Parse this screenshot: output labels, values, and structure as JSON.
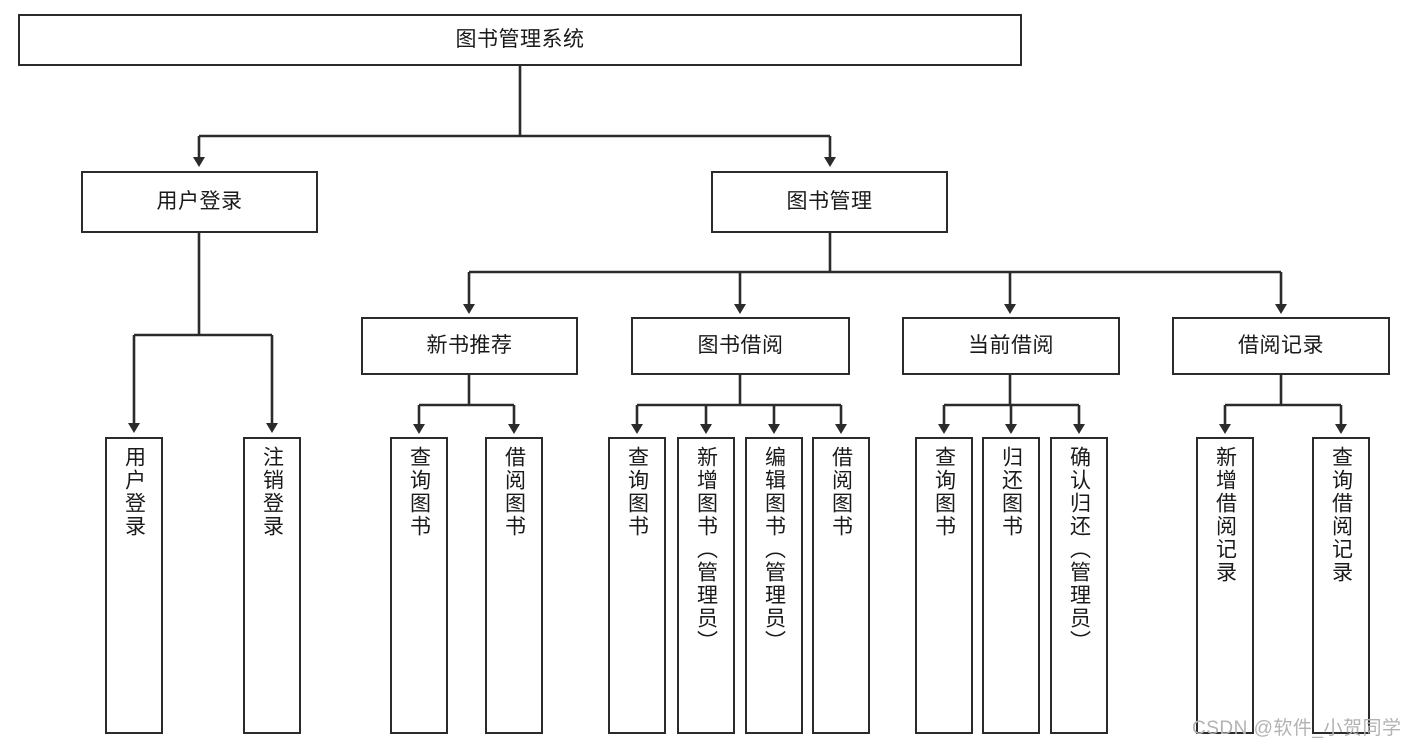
{
  "diagram": {
    "type": "tree-hierarchy",
    "title": "图书管理系统",
    "stroke_color": "#2b2b2b",
    "background_color": "#ffffff",
    "watermark": "CSDN @软件_小贺同学",
    "levels": [
      {
        "level": 1,
        "labels": [
          "图书管理系统"
        ]
      },
      {
        "level": 2,
        "labels": [
          "用户登录",
          "图书管理"
        ]
      },
      {
        "level": 3,
        "labels": [
          "新书推荐",
          "图书借阅",
          "当前借阅",
          "借阅记录"
        ]
      },
      {
        "level": 4,
        "labels": [
          "用户登录",
          "注销登录",
          "查询图书",
          "借阅图书",
          "查询图书",
          "新增图书（管理员）",
          "编辑图书（管理员）",
          "借阅图书",
          "查询图书",
          "归还图书",
          "确认归还（管理员）",
          "新增借阅记录",
          "查询借阅记录"
        ]
      }
    ],
    "nodes": {
      "root": {
        "label": "图书管理系统"
      },
      "user_login": {
        "label": "用户登录"
      },
      "book_manage": {
        "label": "图书管理"
      },
      "new_book_rec": {
        "label": "新书推荐"
      },
      "book_borrow": {
        "label": "图书借阅"
      },
      "current_borrow": {
        "label": "当前借阅"
      },
      "borrow_record": {
        "label": "借阅记录"
      },
      "leaf_user_login": {
        "label": "用户登录"
      },
      "leaf_logout": {
        "label": "注销登录"
      },
      "leaf_query_book_1": {
        "label": "查询图书"
      },
      "leaf_borrow_book_1": {
        "label": "借阅图书"
      },
      "leaf_query_book_2": {
        "label": "查询图书"
      },
      "leaf_add_book_admin": {
        "label": "新增图书（管理员）"
      },
      "leaf_edit_book_admin": {
        "label": "编辑图书（管理员）"
      },
      "leaf_borrow_book_2": {
        "label": "借阅图书"
      },
      "leaf_query_book_3": {
        "label": "查询图书"
      },
      "leaf_return_book": {
        "label": "归还图书"
      },
      "leaf_confirm_return_admin": {
        "label": "确认归还（管理员）"
      },
      "leaf_add_record": {
        "label": "新增借阅记录"
      },
      "leaf_query_record": {
        "label": "查询借阅记录"
      }
    },
    "edges": [
      {
        "from": "root",
        "to": "user_login"
      },
      {
        "from": "root",
        "to": "book_manage"
      },
      {
        "from": "user_login",
        "to": "leaf_user_login"
      },
      {
        "from": "user_login",
        "to": "leaf_logout"
      },
      {
        "from": "book_manage",
        "to": "new_book_rec"
      },
      {
        "from": "book_manage",
        "to": "book_borrow"
      },
      {
        "from": "book_manage",
        "to": "current_borrow"
      },
      {
        "from": "book_manage",
        "to": "borrow_record"
      },
      {
        "from": "new_book_rec",
        "to": "leaf_query_book_1"
      },
      {
        "from": "new_book_rec",
        "to": "leaf_borrow_book_1"
      },
      {
        "from": "book_borrow",
        "to": "leaf_query_book_2"
      },
      {
        "from": "book_borrow",
        "to": "leaf_add_book_admin"
      },
      {
        "from": "book_borrow",
        "to": "leaf_edit_book_admin"
      },
      {
        "from": "book_borrow",
        "to": "leaf_borrow_book_2"
      },
      {
        "from": "current_borrow",
        "to": "leaf_query_book_3"
      },
      {
        "from": "current_borrow",
        "to": "leaf_return_book"
      },
      {
        "from": "current_borrow",
        "to": "leaf_confirm_return_admin"
      },
      {
        "from": "borrow_record",
        "to": "leaf_add_record"
      },
      {
        "from": "borrow_record",
        "to": "leaf_query_record"
      }
    ]
  }
}
